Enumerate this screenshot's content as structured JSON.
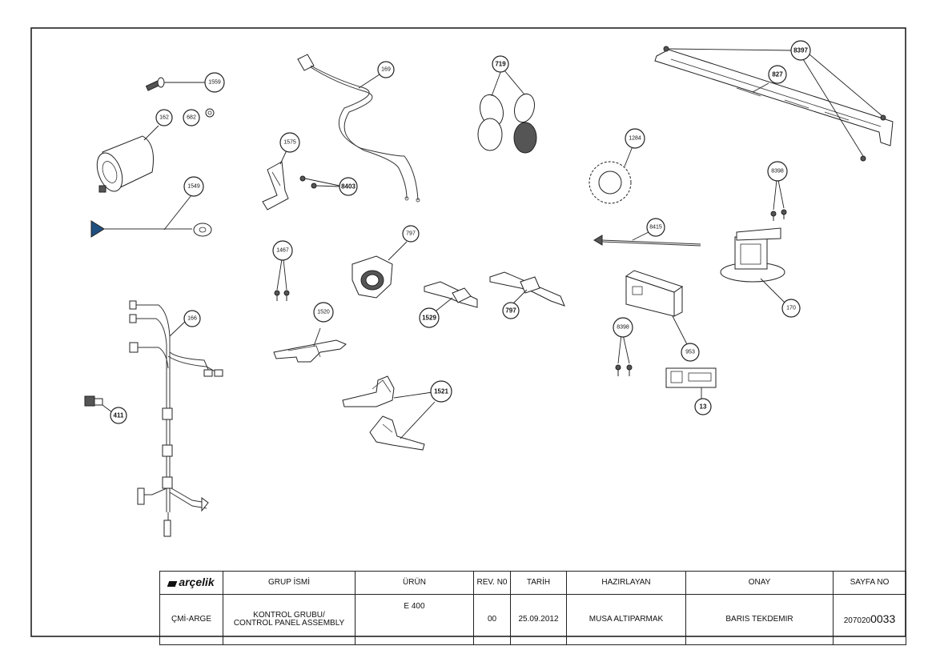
{
  "parts": [
    {
      "id": "p1559",
      "label": "1559"
    },
    {
      "id": "p162",
      "label": "162"
    },
    {
      "id": "p682",
      "label": "682"
    },
    {
      "id": "p1549",
      "label": "1549"
    },
    {
      "id": "p169",
      "label": "169"
    },
    {
      "id": "p1575",
      "label": "1575"
    },
    {
      "id": "p8403",
      "label": "8403"
    },
    {
      "id": "p719",
      "label": "719"
    },
    {
      "id": "p8397",
      "label": "8397"
    },
    {
      "id": "p827",
      "label": "827"
    },
    {
      "id": "p1284",
      "label": "1284"
    },
    {
      "id": "p8398a",
      "label": "8398"
    },
    {
      "id": "p8415",
      "label": "8415"
    },
    {
      "id": "p170",
      "label": "170"
    },
    {
      "id": "p797a",
      "label": "797"
    },
    {
      "id": "p1467",
      "label": "1467"
    },
    {
      "id": "p1529",
      "label": "1529"
    },
    {
      "id": "p797b",
      "label": "797"
    },
    {
      "id": "p1520",
      "label": "1520"
    },
    {
      "id": "p166",
      "label": "166"
    },
    {
      "id": "p411",
      "label": "411"
    },
    {
      "id": "p1521",
      "label": "1521"
    },
    {
      "id": "p8398b",
      "label": "8398"
    },
    {
      "id": "p953",
      "label": "953"
    },
    {
      "id": "p13",
      "label": "13"
    }
  ],
  "title_block": {
    "brand": "arçelik",
    "headers": {
      "group_name": "GRUP İSMİ",
      "product": "ÜRÜN",
      "revision": "REV. N0",
      "date": "TARİH",
      "prepared_by": "HAZIRLAYAN",
      "approval": "ONAY",
      "sheet_no": "SAYFA NO"
    },
    "values": {
      "department": "ÇMİ-ARGE",
      "group_name_line1": "KONTROL GRUBU/",
      "group_name_line2": "CONTROL PANEL ASSEMBLY",
      "product": "E 400",
      "revision": "00",
      "date": "25.09.2012",
      "prepared_by": "MUSA ALTIPARMAK",
      "approval": "BARIS TEKDEMIR",
      "sheet_no_prefix": "207020",
      "sheet_no_suffix": "0033"
    }
  }
}
